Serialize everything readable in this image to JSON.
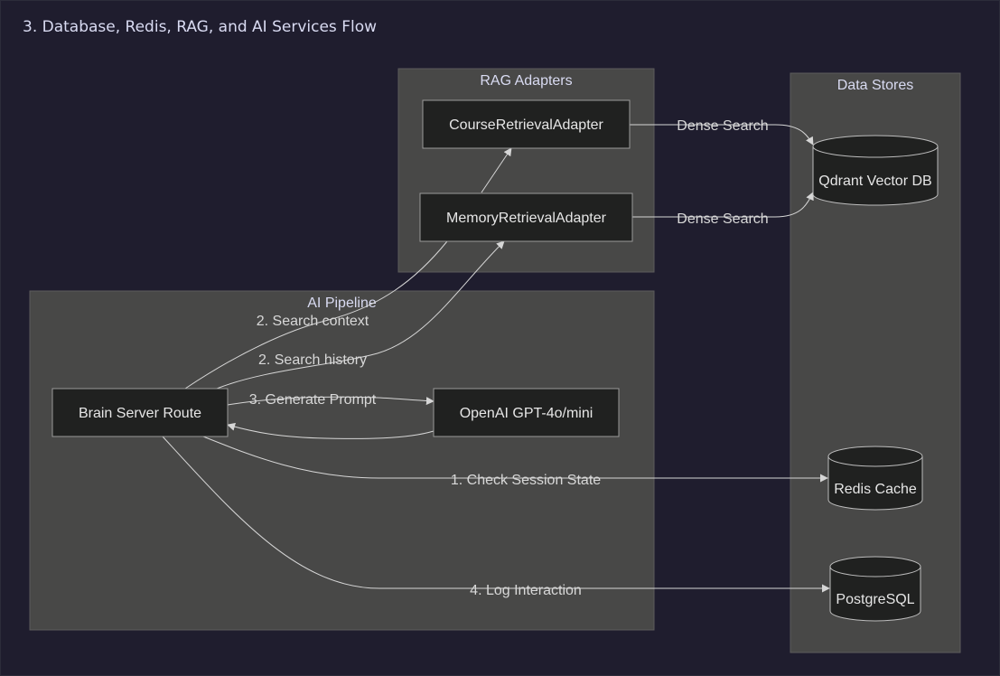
{
  "title": "3. Database, Redis, RAG, and AI Services Flow",
  "clusters": {
    "rag": "RAG Adapters",
    "stores": "Data Stores",
    "pipeline": "AI Pipeline"
  },
  "nodes": {
    "course_adapter": "CourseRetrievalAdapter",
    "memory_adapter": "MemoryRetrievalAdapter",
    "qdrant": "Qdrant Vector DB",
    "brain_route": "Brain Server Route",
    "openai": "OpenAI GPT-4o/mini",
    "redis": "Redis Cache",
    "postgres": "PostgreSQL"
  },
  "edges": {
    "dense_search_1": "Dense Search",
    "dense_search_2": "Dense Search",
    "search_context": "2. Search context",
    "search_history": "2. Search history",
    "generate_prompt": "3. Generate Prompt",
    "check_session": "1. Check Session State",
    "log_interaction": "4. Log Interaction"
  }
}
